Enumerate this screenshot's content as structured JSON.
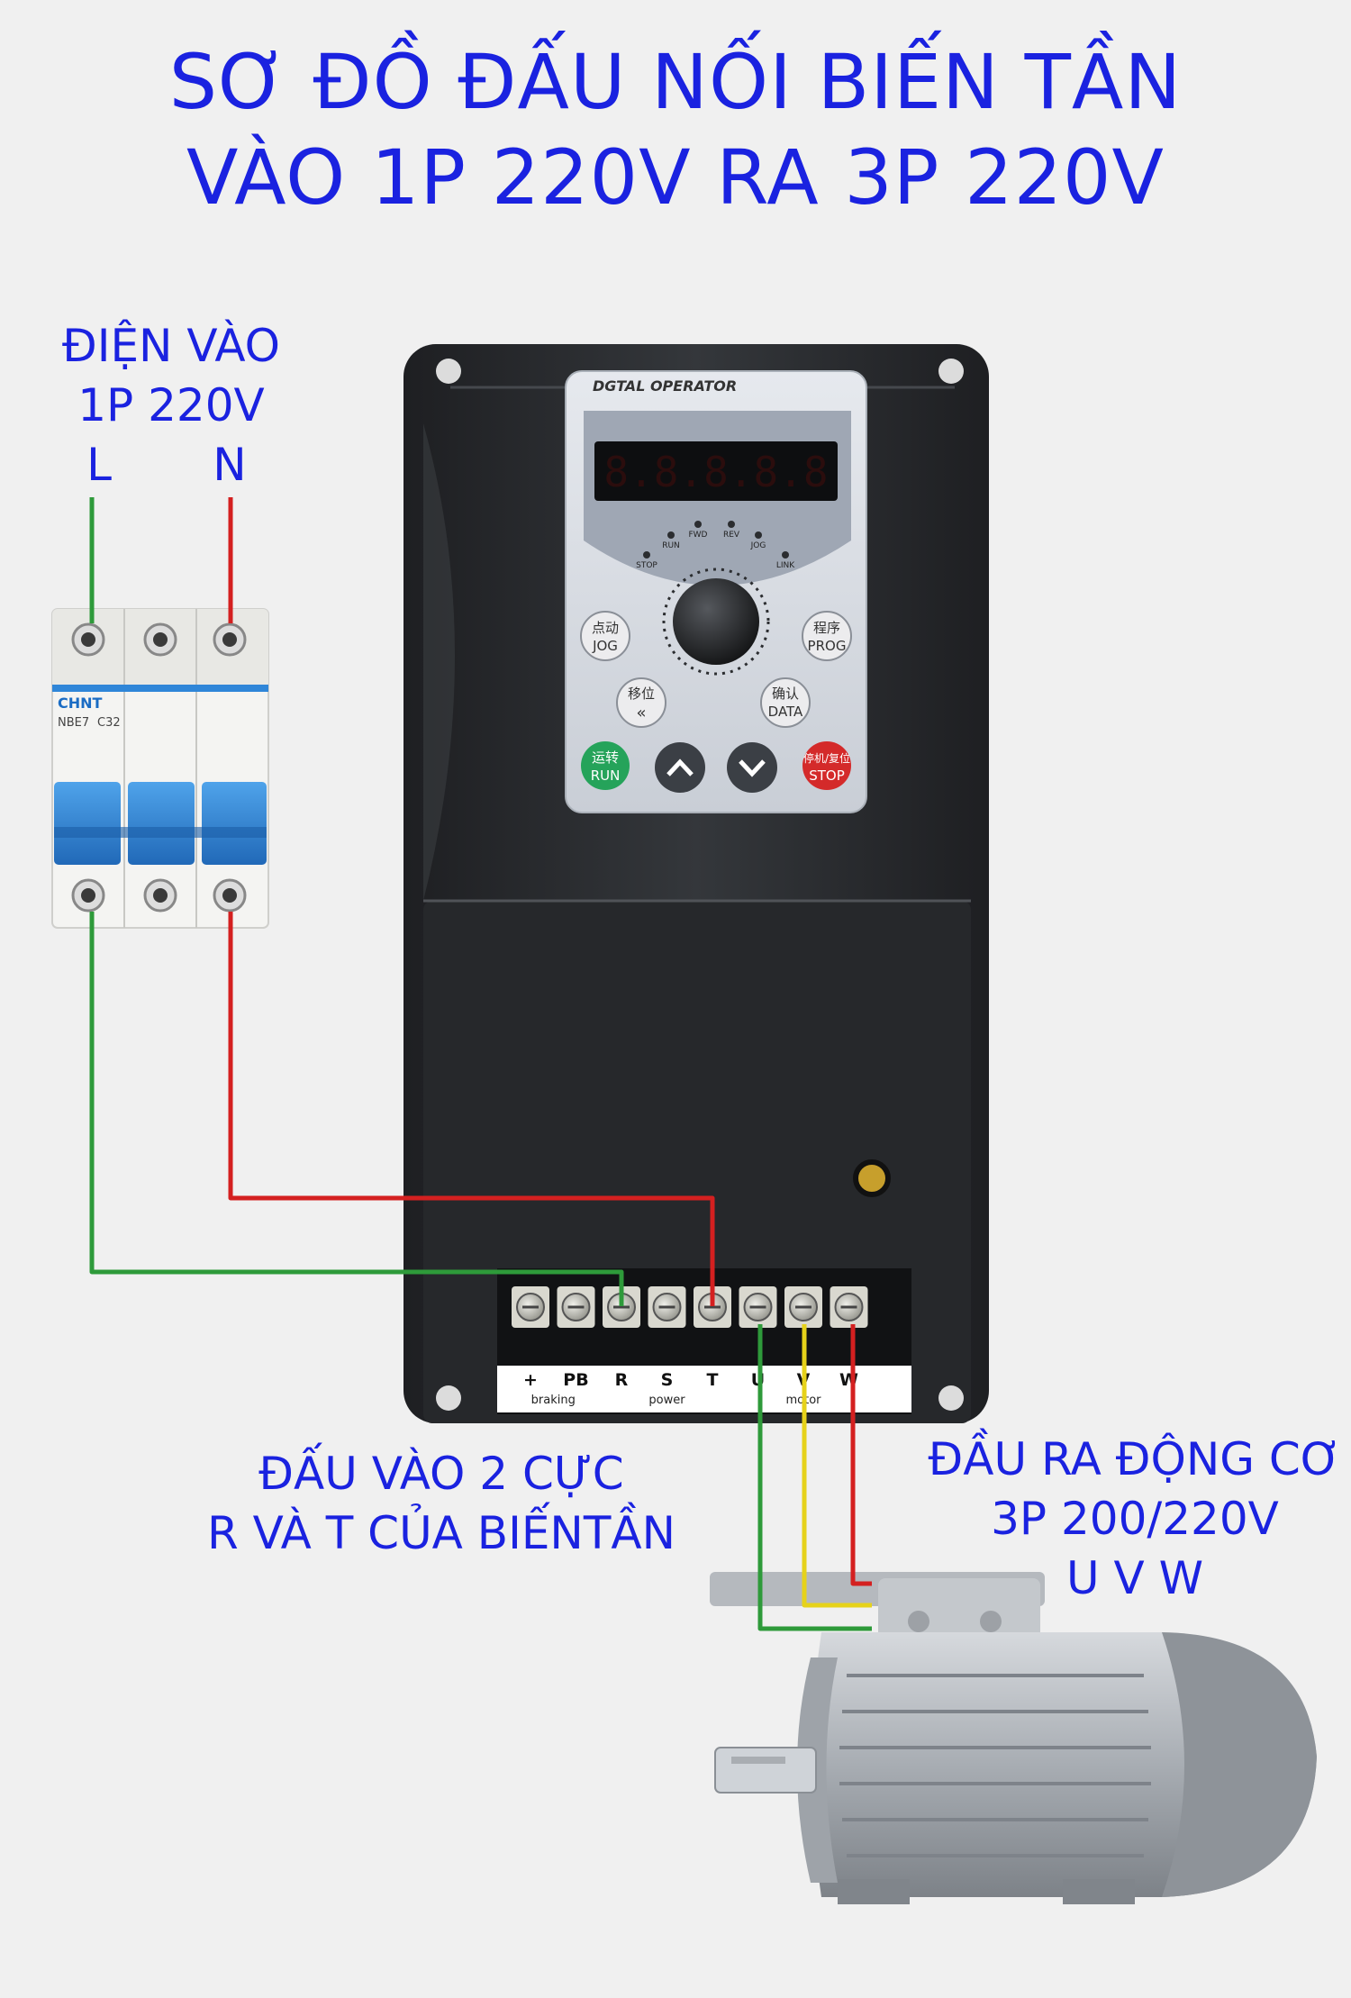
{
  "title": {
    "line1": "SƠ ĐỒ ĐẤU NỐI BIẾN TẦN",
    "line2": "VÀO 1P 220V RA 3P 220V"
  },
  "input_label": {
    "line1": "ĐIỆN VÀO",
    "line2": "1P 220V",
    "L": "L",
    "N": "N"
  },
  "terminal_label": {
    "line1": "ĐẤU VÀO 2 CỰC",
    "line2": "R VÀ T CỦA BIẾNTẦN"
  },
  "output_label": {
    "line1": "ĐẦU RA ĐỘNG CƠ",
    "line2": "3P 200/220V",
    "line3": "U V W"
  },
  "breaker": {
    "brand": "CHNT",
    "model": "NBE7",
    "rating": "C32"
  },
  "inverter": {
    "panel_title": "DGTAL OPERATOR",
    "display": "8.8.8.8.8",
    "leds": [
      "RUN",
      "FWD",
      "REV",
      "JOG",
      "STOP",
      "LINK"
    ],
    "keys": {
      "jog_cn": "点动",
      "jog": "JOG",
      "prog_cn": "程序",
      "prog": "PROG",
      "shift_cn": "移位",
      "data_cn": "确认",
      "data": "DATA",
      "run_cn": "运转",
      "run": "RUN",
      "stop_cn": "停机/复位",
      "stop": "STOP"
    },
    "terminals": [
      "+",
      "PB",
      "R",
      "S",
      "T",
      "U",
      "V",
      "W"
    ],
    "groups": [
      "braking",
      "power",
      "motor"
    ]
  },
  "wire_colors": {
    "L": "#2e9a3a",
    "N": "#d42020",
    "U": "#2e9a3a",
    "V": "#e6d21a",
    "W": "#d42020"
  },
  "colors": {
    "label_blue": "#1a22e0",
    "body": "#2b2d30",
    "breaker_blue": "#2f86d8"
  }
}
